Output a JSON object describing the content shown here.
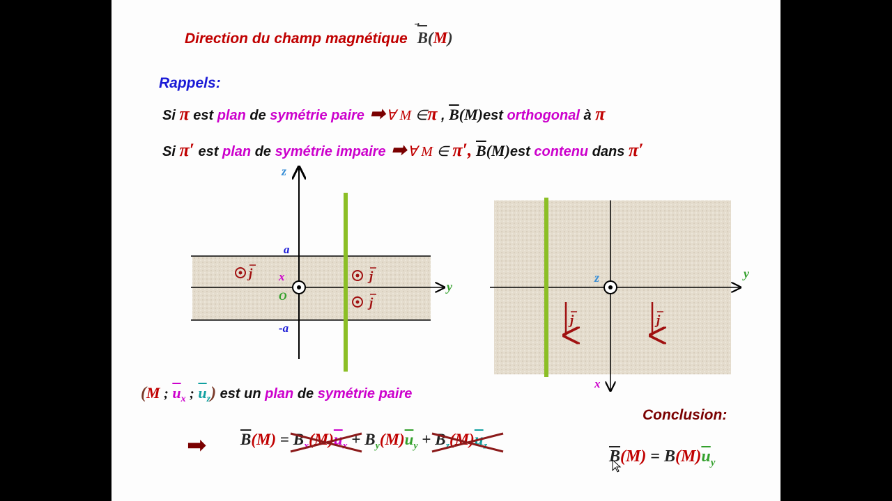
{
  "title": {
    "text": "Direction du champ magnétique",
    "math_B": "B",
    "math_M": "M"
  },
  "rappels": "Rappels:",
  "line1": {
    "si": "Si",
    "pi": "π",
    "est": "est",
    "plan": "plan",
    "de": "de",
    "sym": "symétrie paire",
    "forall": "∀",
    "M": "M",
    "in": "∈",
    "pi2": "π",
    "comma": ",",
    "B": "B",
    "Mparen": "(M)",
    "est2": "est",
    "orth": "orthogonal",
    "a": "à",
    "pi3": "π"
  },
  "line2": {
    "si": "Si",
    "pi": "π′",
    "est": "est",
    "plan": "plan",
    "de": "de",
    "sym": "symétrie impaire",
    "forall": "∀",
    "M": "M",
    "in": "∈",
    "pi2": "π′,",
    "B": "B",
    "Mparen": "(M)",
    "est2": "est",
    "contenu": "contenu",
    "dans": "dans",
    "pi3": "π′"
  },
  "diagram_left": {
    "z": "z",
    "y": "y",
    "x": "x",
    "O": "O",
    "a": "a",
    "minus_a": "-a",
    "j": "j"
  },
  "diagram_right": {
    "y": "y",
    "z": "z",
    "x": "x",
    "j": "j"
  },
  "plane_statement": {
    "M": "M",
    "sep1": ";",
    "ux": "u",
    "ux_sub": "x",
    "sep2": ";",
    "uz": "u",
    "uz_sub": "z",
    "text_est_un": "est un",
    "plan": "plan",
    "de": "de",
    "sym": "symétrie paire"
  },
  "equation": {
    "B": "B",
    "M": "(M)",
    "eq": "=",
    "Bx": "B",
    "Bx_sub": "x",
    "Mx": "(M)",
    "ux": "u",
    "ux_sub": "x",
    "plus1": "+",
    "By": "B",
    "By_sub": "y",
    "My": "(M)",
    "uy": "u",
    "uy_sub": "y",
    "plus2": "+",
    "Bz": "B",
    "Bz_sub": "z",
    "Mz": "(M)",
    "uz": "u",
    "uz_sub": "z"
  },
  "conclusion": {
    "label": "Conclusion:",
    "B": "B",
    "M": "(M)",
    "eq": "=",
    "B2": "B",
    "M2": "(M)",
    "u": "u",
    "u_sub": "y"
  },
  "colors": {
    "title_red": "#c00000",
    "blue": "#1a1ad6",
    "magenta": "#cc00cc",
    "dark_red": "#7a0000",
    "green_plane": "#8cbf26",
    "sand": "#e4dccd"
  }
}
